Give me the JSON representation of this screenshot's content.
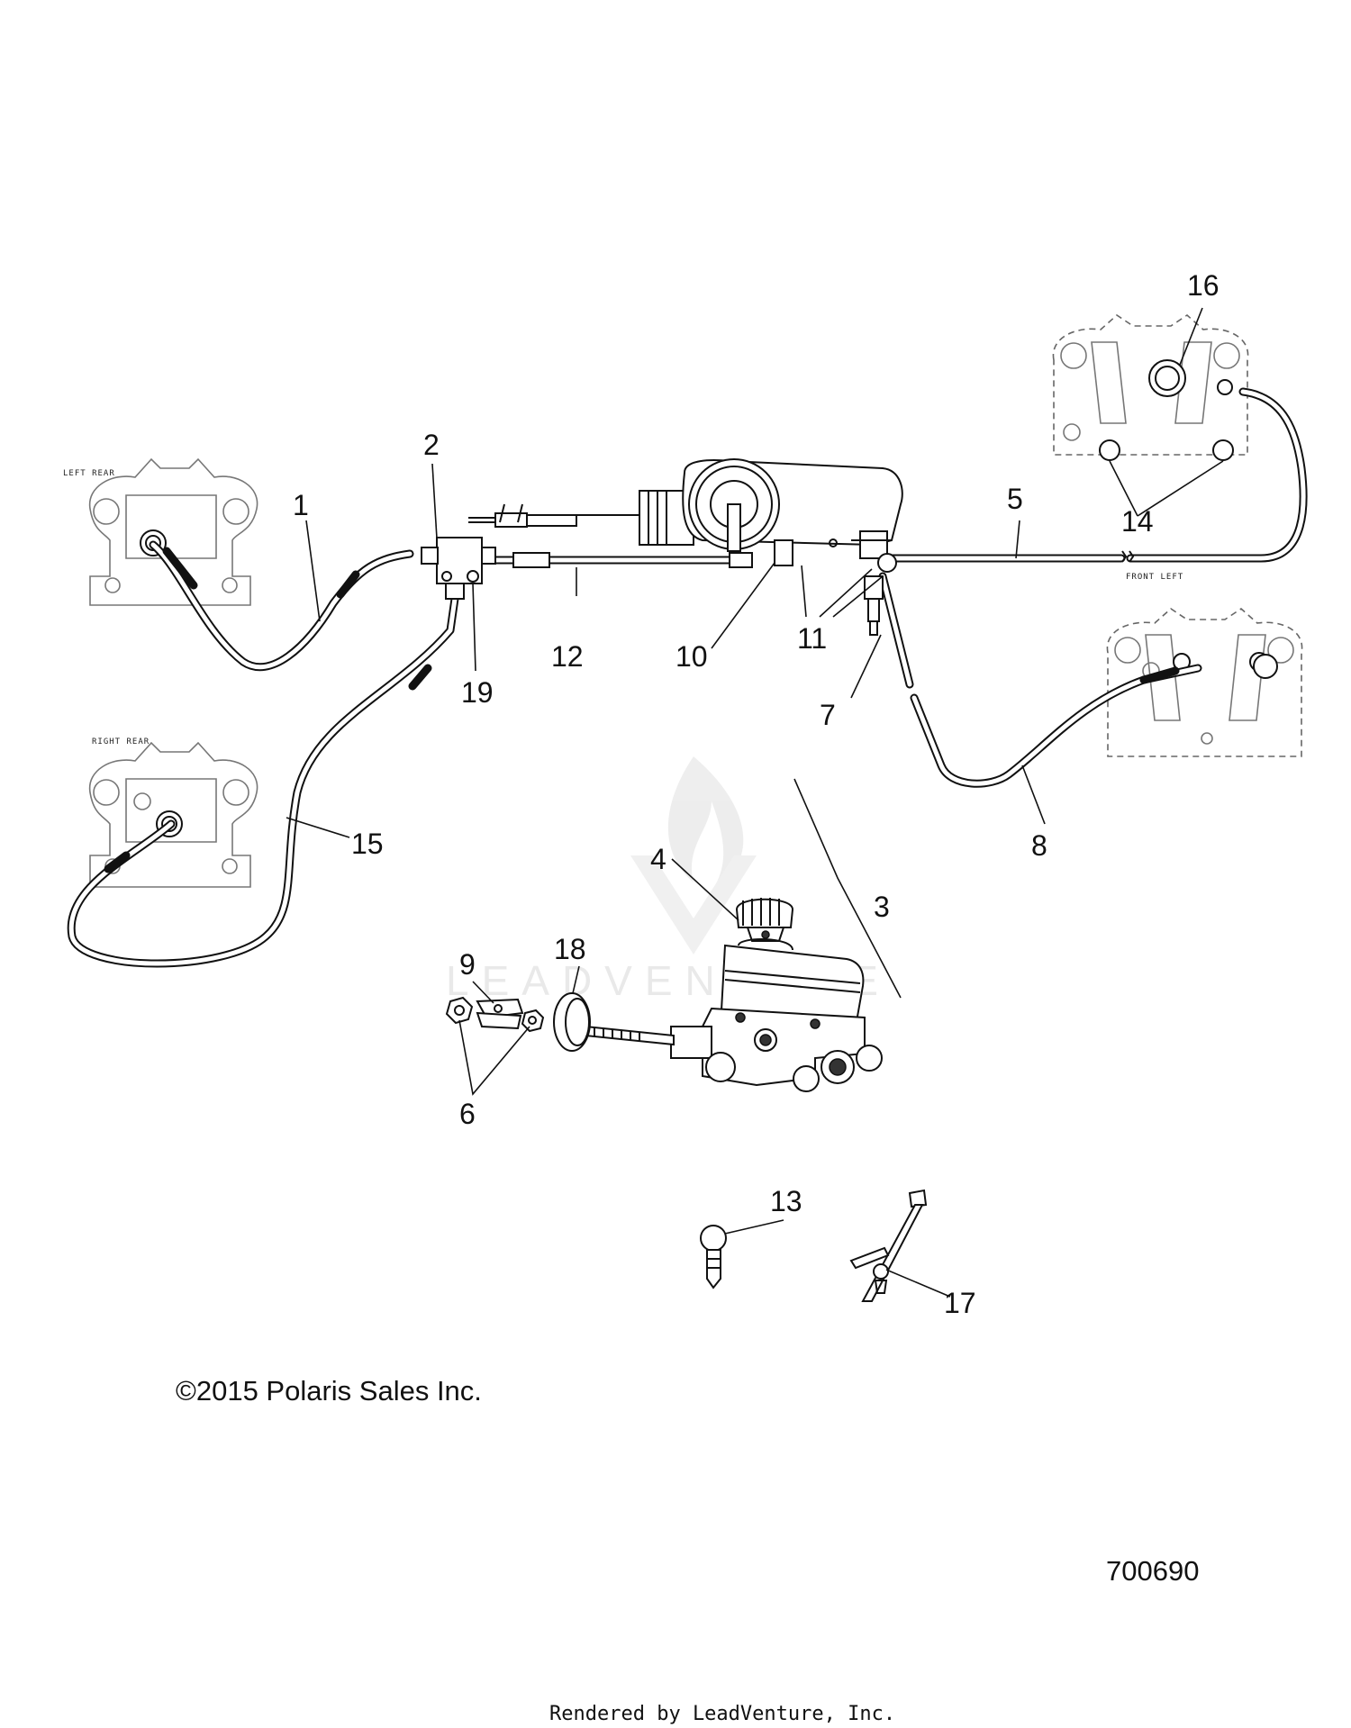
{
  "diagram": {
    "caliper_labels": {
      "left_rear": "LEFT REAR",
      "right_rear": "RIGHT REAR",
      "front_left": "FRONT LEFT"
    },
    "callouts": [
      {
        "id": "1",
        "text": "1"
      },
      {
        "id": "2",
        "text": "2"
      },
      {
        "id": "3",
        "text": "3"
      },
      {
        "id": "4",
        "text": "4"
      },
      {
        "id": "5",
        "text": "5"
      },
      {
        "id": "6",
        "text": "6"
      },
      {
        "id": "7",
        "text": "7"
      },
      {
        "id": "8",
        "text": "8"
      },
      {
        "id": "9",
        "text": "9"
      },
      {
        "id": "10",
        "text": "10"
      },
      {
        "id": "11",
        "text": "11"
      },
      {
        "id": "12",
        "text": "12"
      },
      {
        "id": "13",
        "text": "13"
      },
      {
        "id": "14",
        "text": "14"
      },
      {
        "id": "15",
        "text": "15"
      },
      {
        "id": "16",
        "text": "16"
      },
      {
        "id": "17",
        "text": "17"
      },
      {
        "id": "18",
        "text": "18"
      },
      {
        "id": "19",
        "text": "19"
      }
    ],
    "copyright": "©2015 Polaris Sales Inc.",
    "diagram_number": "700690",
    "watermark": "LEADVENTURE",
    "footer": "Rendered by LeadVenture, Inc."
  }
}
